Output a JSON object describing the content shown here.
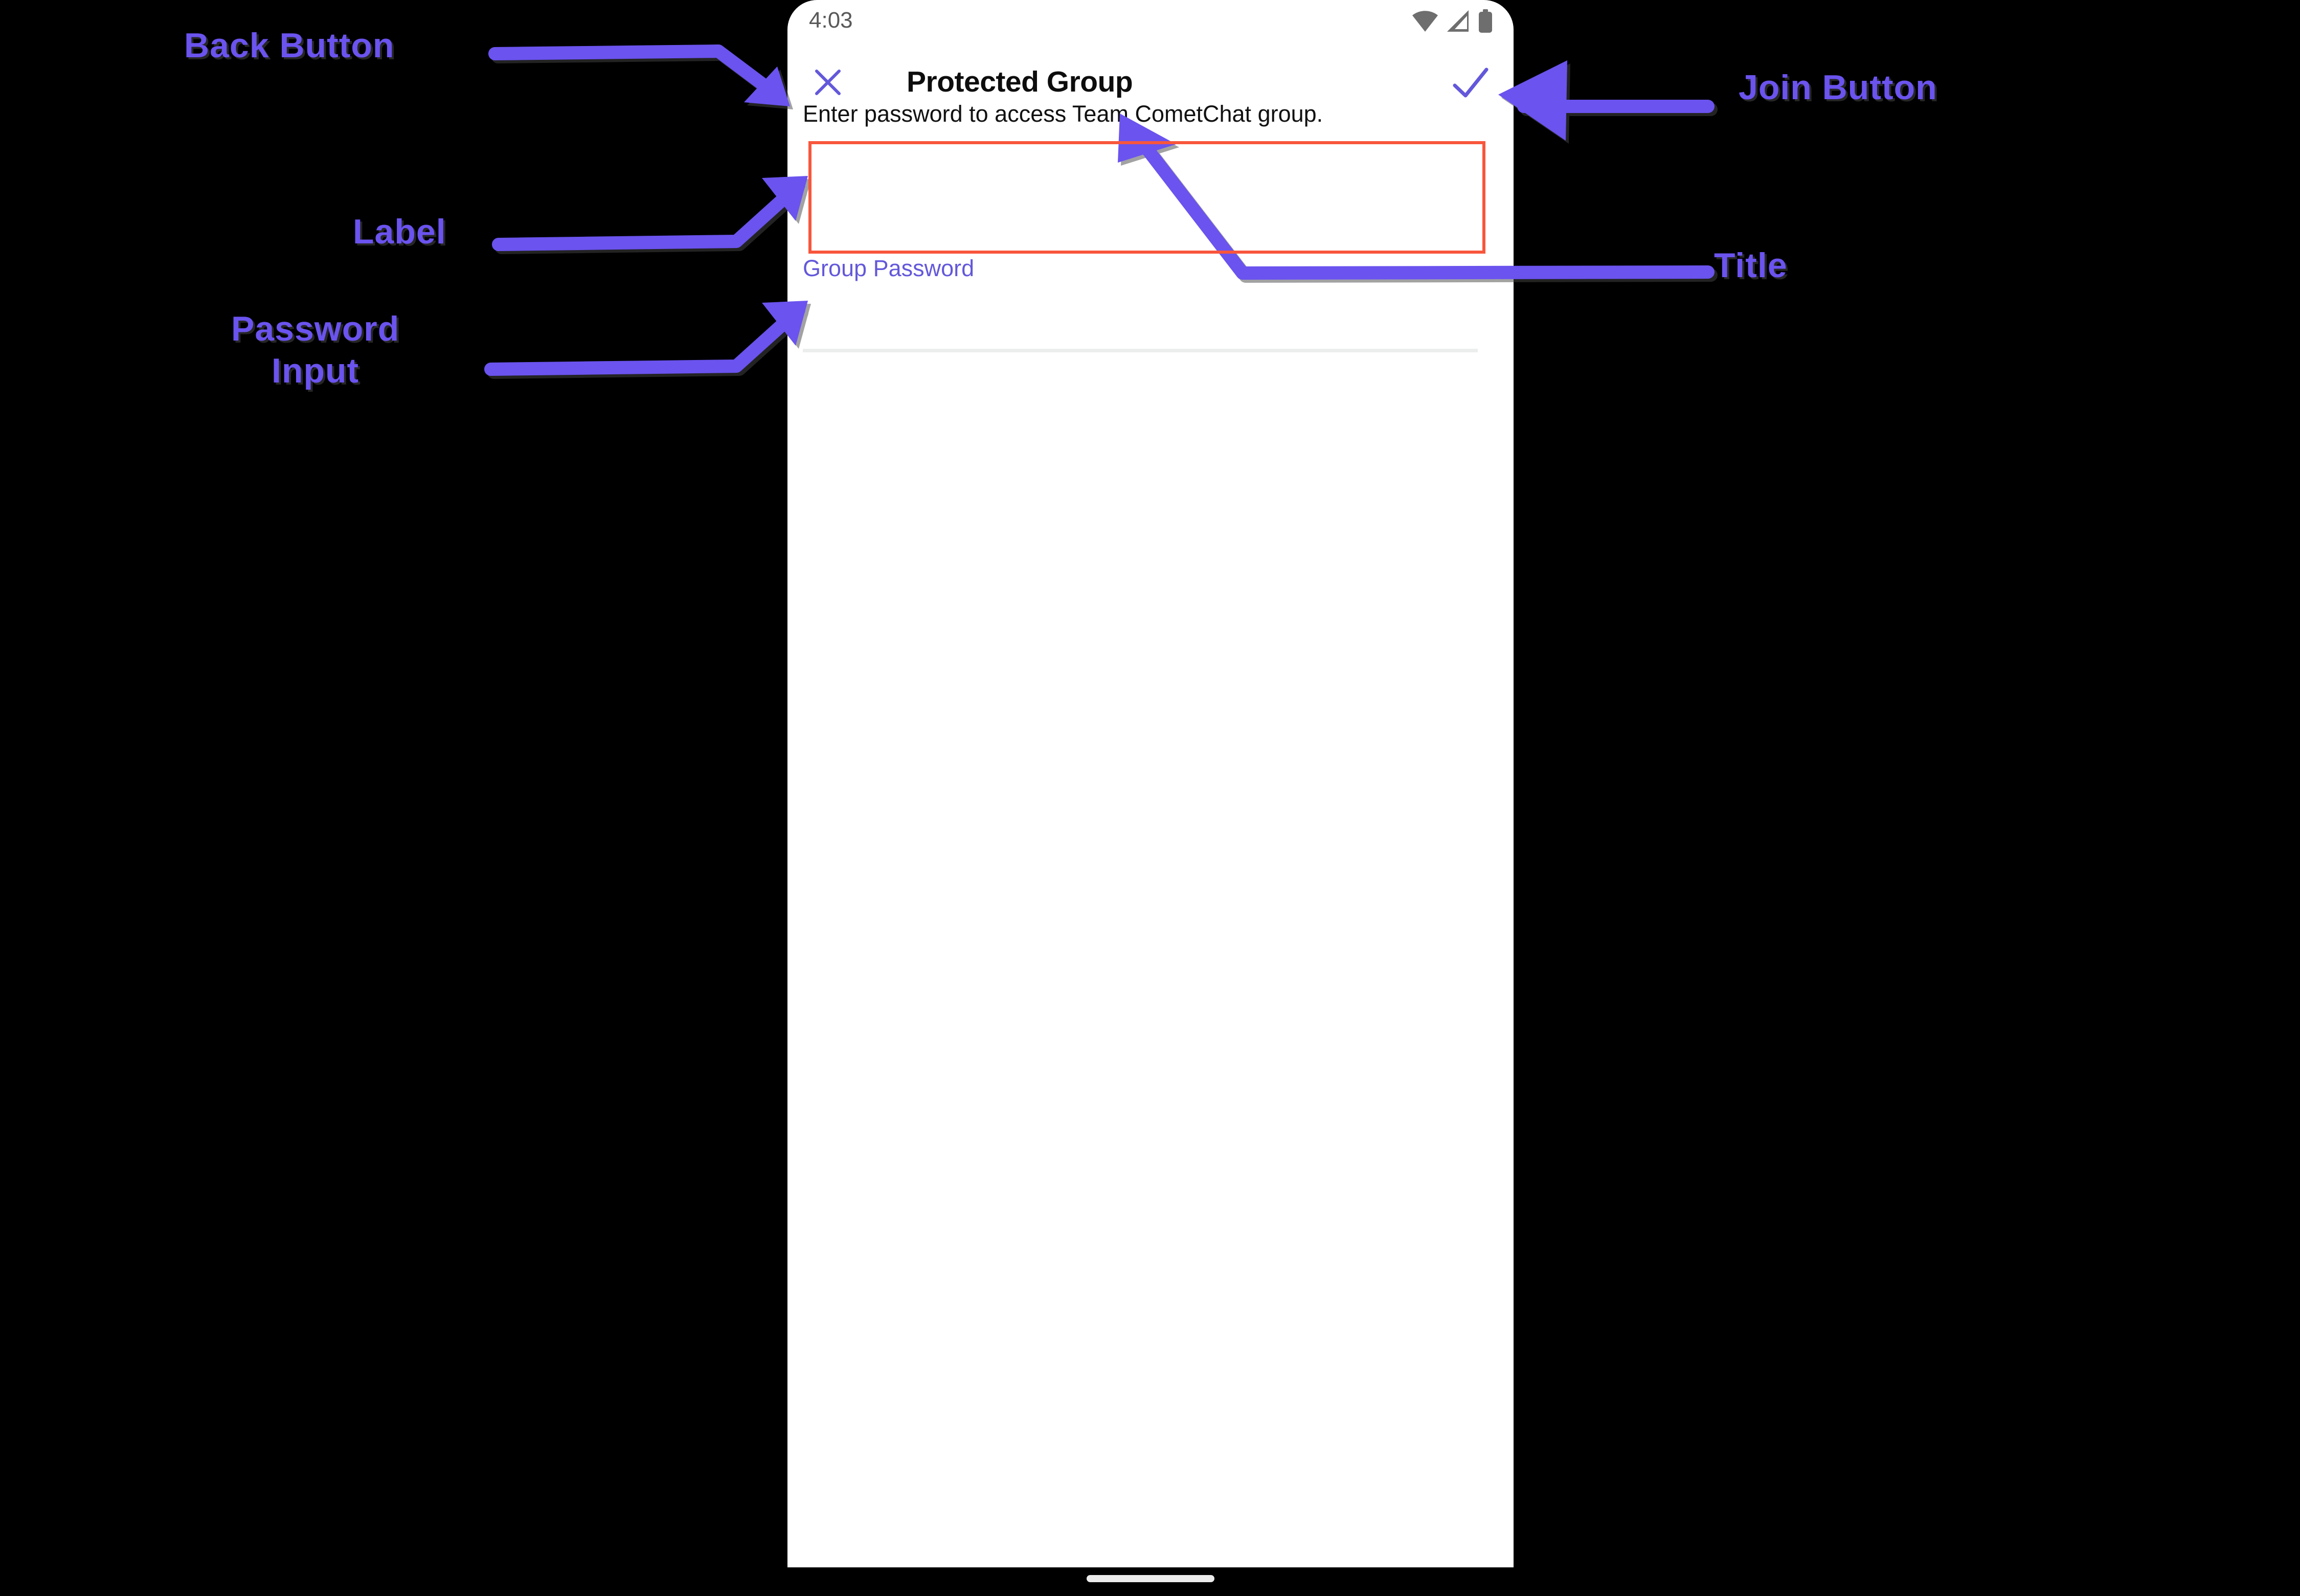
{
  "phone": {
    "status_bar": {
      "time": "4:03",
      "icons": [
        "wifi-icon",
        "cellular-signal-icon",
        "battery-icon"
      ]
    },
    "app_bar": {
      "close_icon": "close-x-icon",
      "title": "Protected Group",
      "confirm_icon": "checkmark-icon"
    },
    "content": {
      "description": "Enter password to access Team CometChat group.",
      "password_label": "Group Password",
      "password_value": "",
      "password_placeholder": ""
    },
    "home_indicator": "home-indicator-pill"
  },
  "annotations": {
    "back_button": "Back Button",
    "label": "Label",
    "password_input": "Password\nInput",
    "join_button": "Join Button",
    "title": "Title"
  },
  "colors": {
    "accent_purple": "#6358da",
    "annotation_purple": "#6a53ee",
    "highlight_red": "#f8563c",
    "status_gray": "#6e6e6e",
    "underline_gray": "#eceded",
    "background": "#000000",
    "screen": "#ffffff"
  }
}
